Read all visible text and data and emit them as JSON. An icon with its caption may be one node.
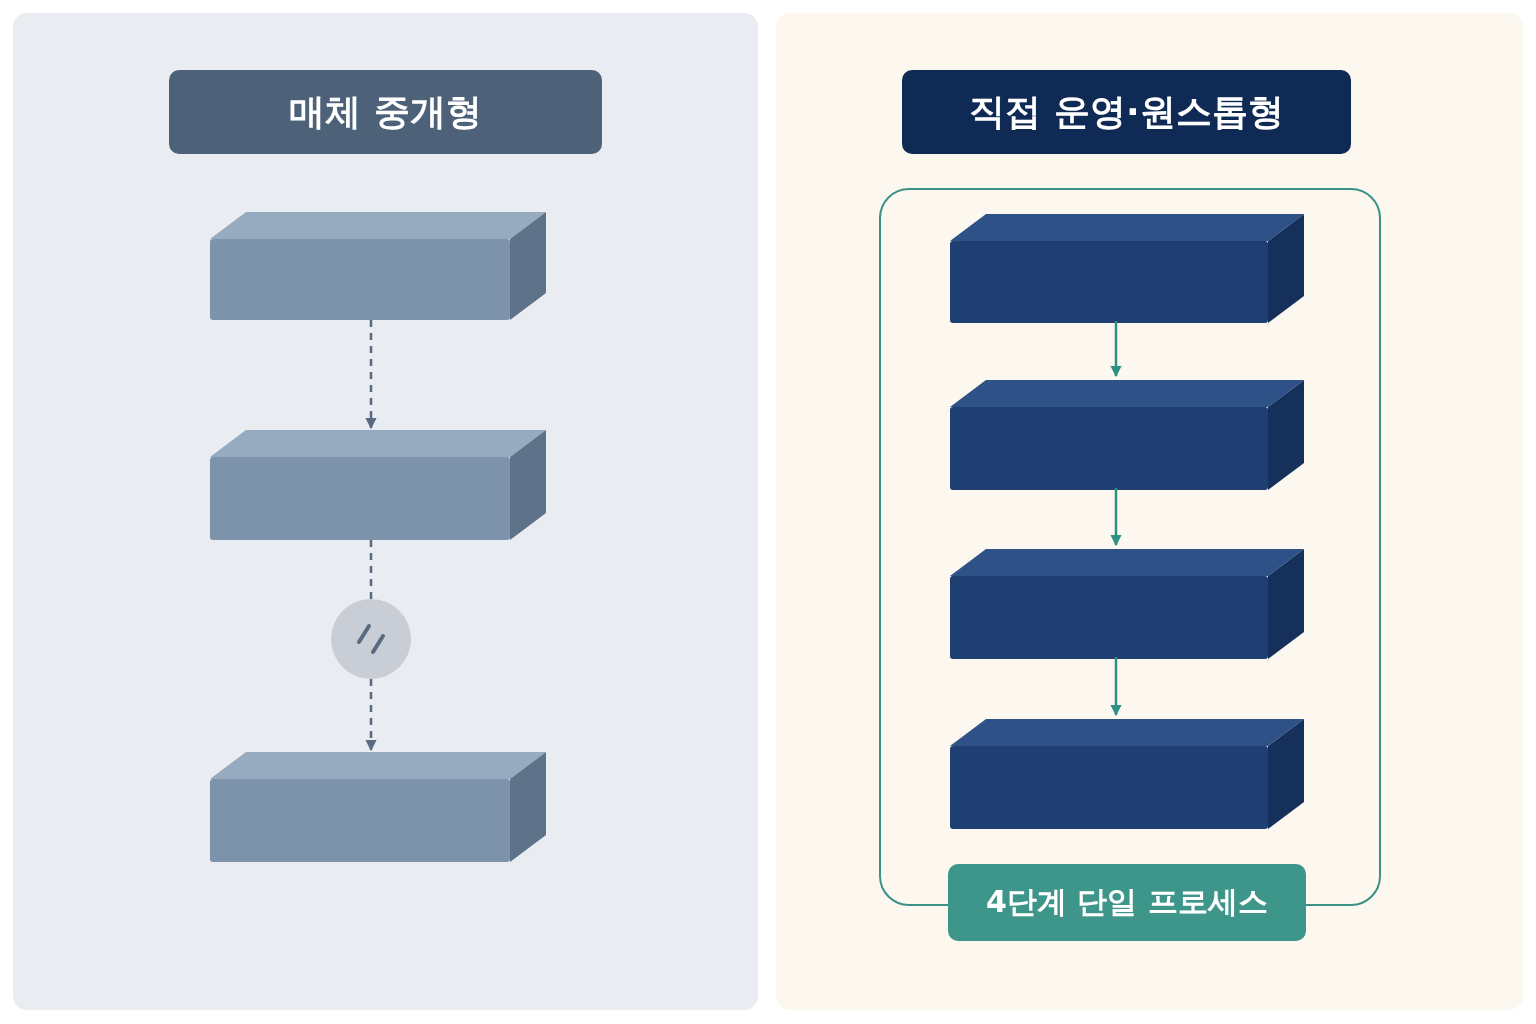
{
  "diagram": {
    "nodes": [
      {
        "text": [
          "매체 중개형"
        ]
      },
      {
        "text": [],
        "shape": "box"
      },
      {
        "text": [],
        "shape": "box"
      },
      {
        "text": [],
        "shape": "circle"
      },
      {
        "text": [],
        "shape": "box"
      },
      {
        "text": [
          "직접 운영·원스톱형"
        ]
      },
      {
        "text": [],
        "shape": "box"
      },
      {
        "text": [],
        "shape": "box",
        "in": 6
      },
      {
        "text": [],
        "shape": "box",
        "in": 6
      },
      {
        "text": [],
        "shape": "box",
        "in": 6
      },
      {
        "text": [],
        "shape": "box",
        "in": 6
      },
      {
        "text": [
          "4단계 단일 프로세스"
        ]
      }
    ],
    "edges": [
      {
        "from": 1,
        "to": 2,
        "arrow": "to",
        "style": "dashed"
      },
      {
        "from": 2,
        "to": 3,
        "arrow": "none",
        "style": "dashed"
      },
      {
        "from": 3,
        "to": 4,
        "arrow": "to",
        "style": "dashed"
      },
      {
        "from": 7,
        "to": 8,
        "arrow": "to",
        "color": "#2f8f83"
      },
      {
        "from": 8,
        "to": 9,
        "arrow": "to",
        "color": "#2f8f83"
      },
      {
        "from": 9,
        "to": 10,
        "arrow": "to",
        "color": "#2f8f83"
      }
    ]
  }
}
